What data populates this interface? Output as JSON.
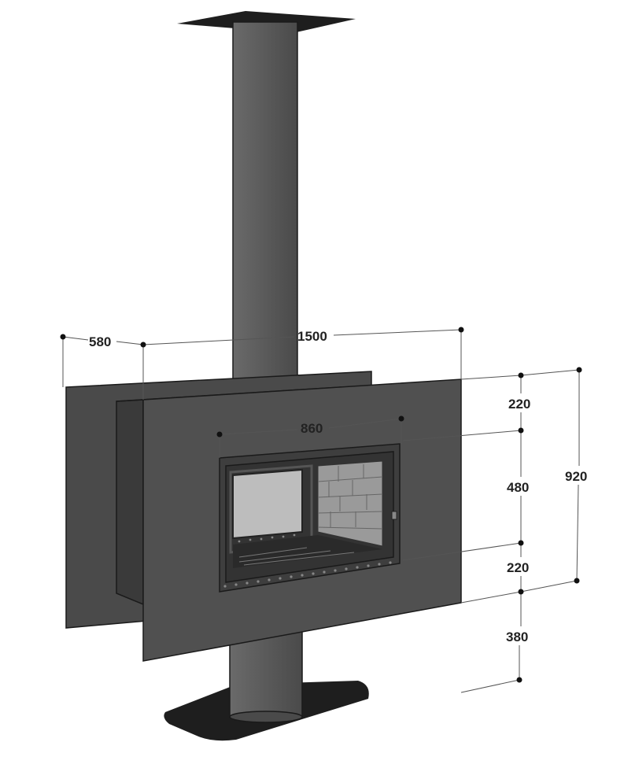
{
  "dimensions": {
    "depth": "580",
    "width": "1500",
    "firebox_width": "860",
    "top_panel": "220",
    "firebox_height": "480",
    "bottom_panel": "220",
    "total_height": "920",
    "base_clearance": "380"
  },
  "colors": {
    "panel": "#4e4e4e",
    "panel_dark": "#3c3c3c",
    "pipe": "#5a5a5a",
    "base": "#1e1e1e",
    "glass": "#bdbdbd",
    "brick": "#9a9a9a"
  }
}
